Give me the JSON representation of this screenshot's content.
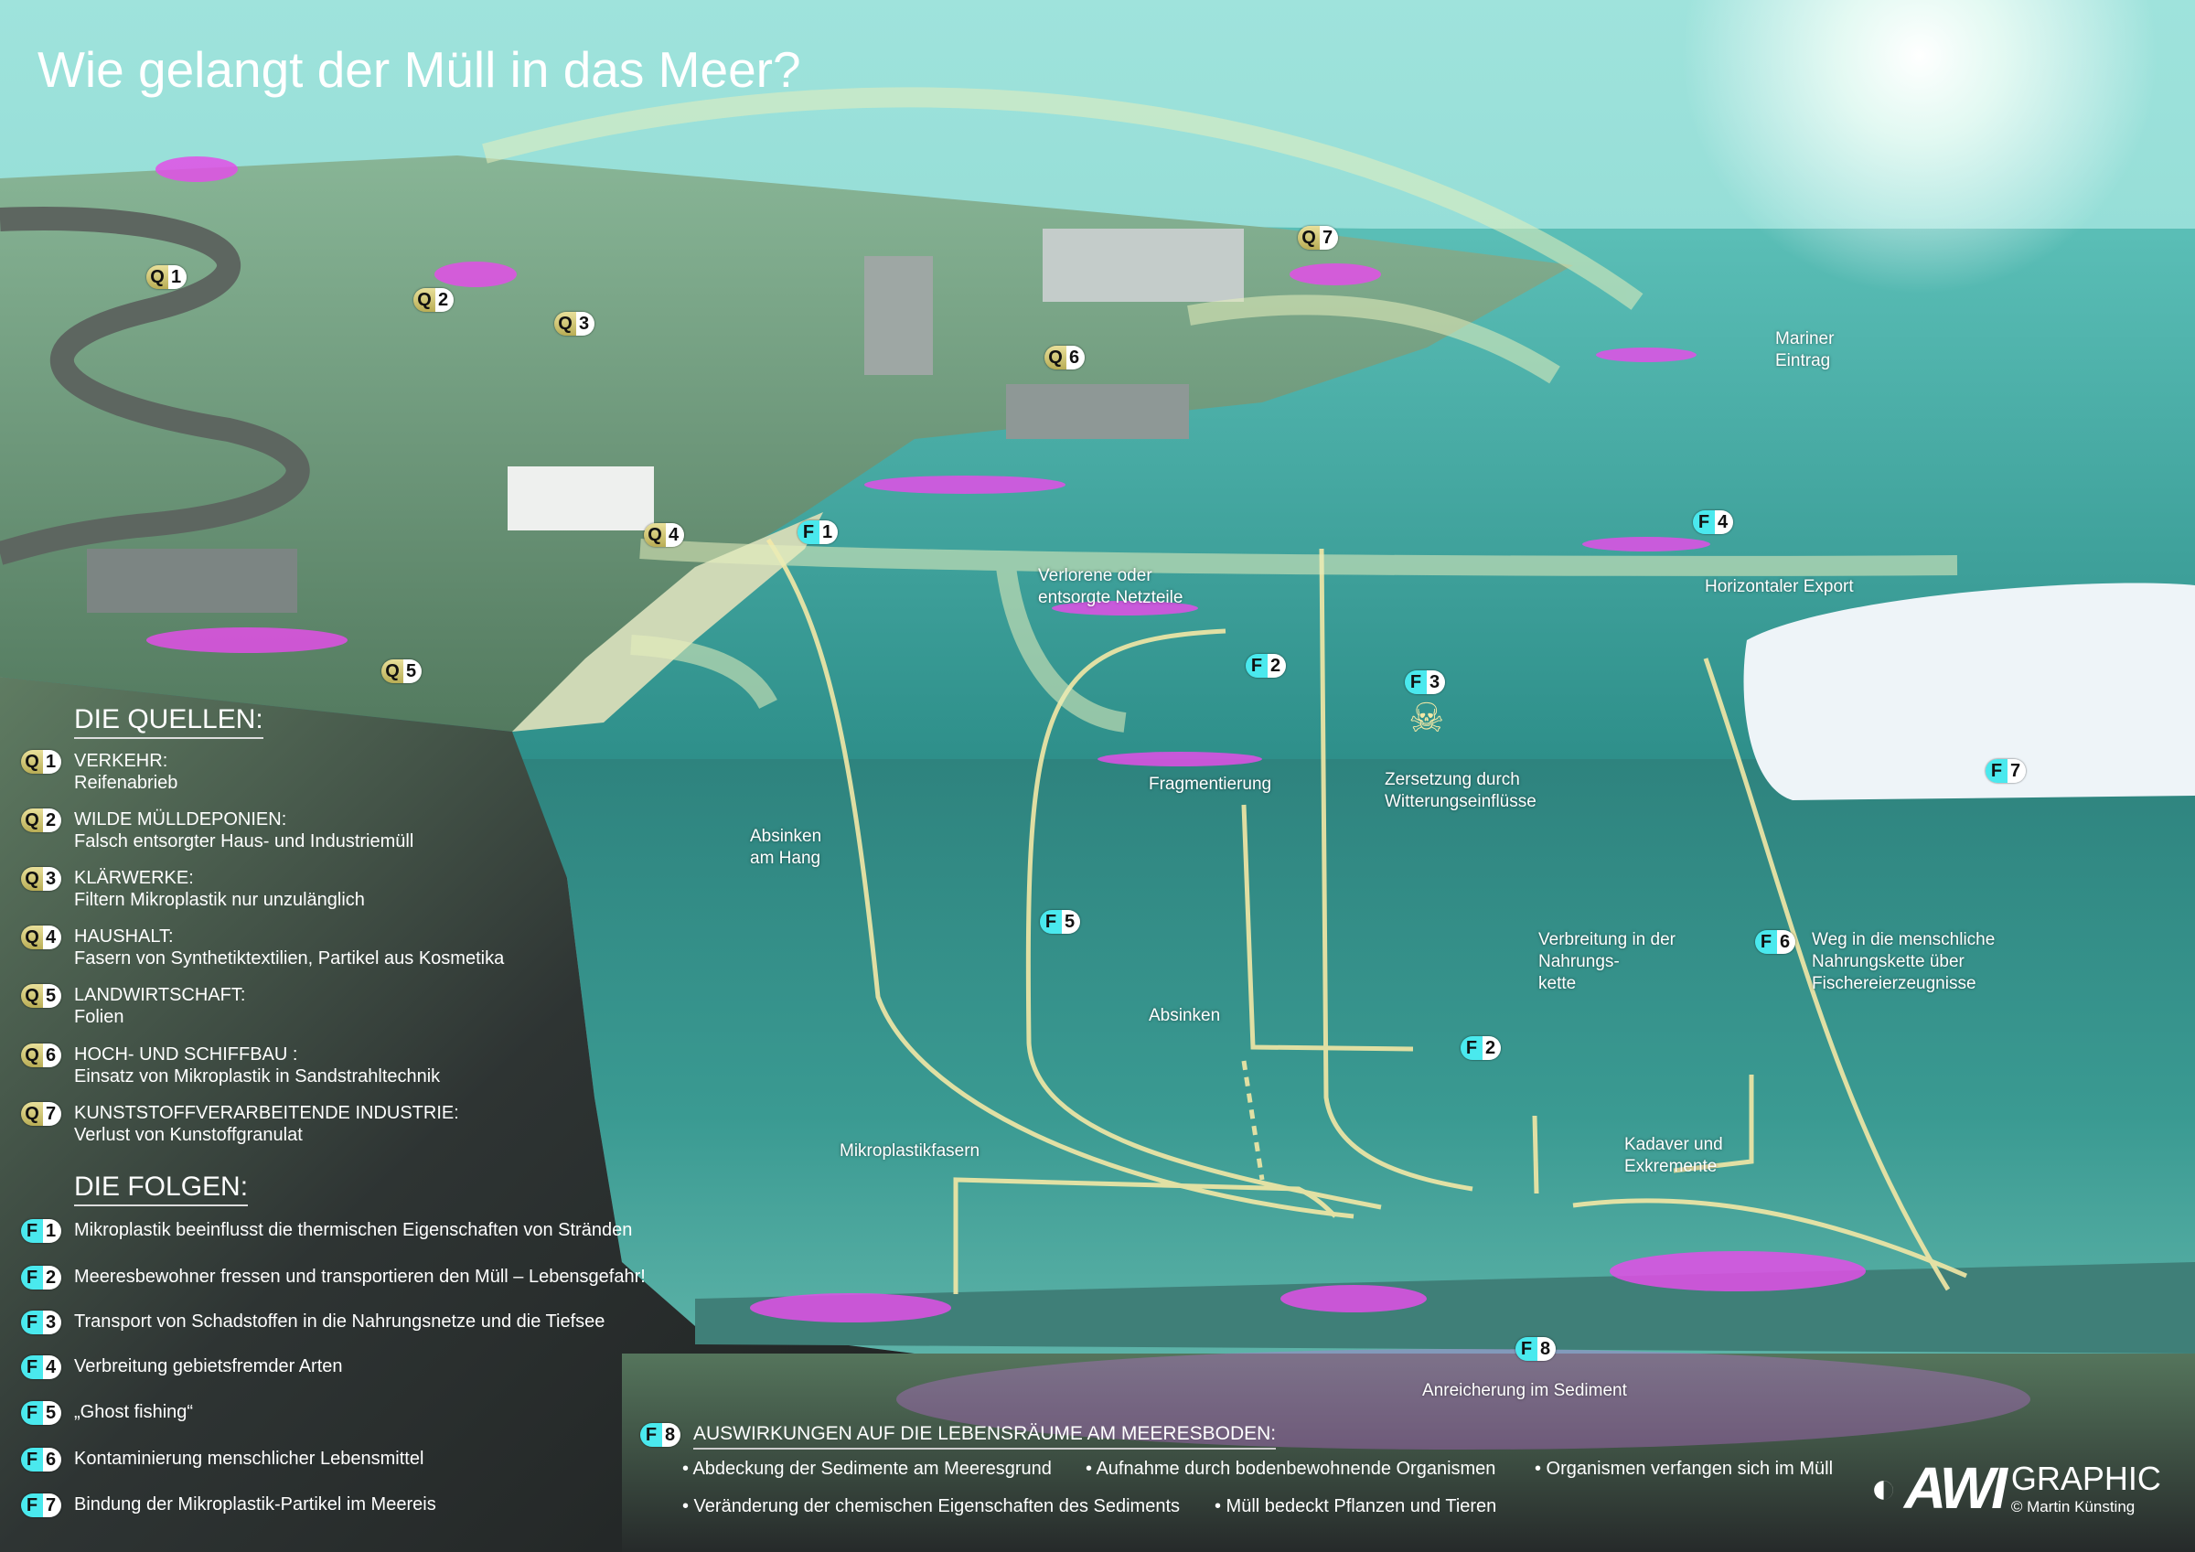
{
  "title": "Wie gelangt der Müll in das Meer?",
  "scene_badges": {
    "q1": {
      "letter": "Q",
      "num": "1"
    },
    "q2": {
      "letter": "Q",
      "num": "2"
    },
    "q3": {
      "letter": "Q",
      "num": "3"
    },
    "q4": {
      "letter": "Q",
      "num": "4"
    },
    "q5": {
      "letter": "Q",
      "num": "5"
    },
    "q6": {
      "letter": "Q",
      "num": "6"
    },
    "q7": {
      "letter": "Q",
      "num": "7"
    },
    "f1": {
      "letter": "F",
      "num": "1"
    },
    "f2": {
      "letter": "F",
      "num": "2"
    },
    "f2b": {
      "letter": "F",
      "num": "2"
    },
    "f3": {
      "letter": "F",
      "num": "3"
    },
    "f4": {
      "letter": "F",
      "num": "4"
    },
    "f5": {
      "letter": "F",
      "num": "5"
    },
    "f6": {
      "letter": "F",
      "num": "6"
    },
    "f7": {
      "letter": "F",
      "num": "7"
    },
    "f8": {
      "letter": "F",
      "num": "8"
    }
  },
  "scene_labels": {
    "mariner": "Mariner\nEintrag",
    "netzteile": "Verlorene oder\nentsorgte Netzteile",
    "export": "Horizontaler Export",
    "fragmentierung": "Fragmentierung",
    "zersetzung": "Zersetzung durch\nWitterungseinflüsse",
    "hang": "Absinken\nam Hang",
    "absinken": "Absinken",
    "nahrungskette": "Verbreitung in der\nNahrungs-\nkette",
    "menschlich": "Weg in die menschliche\nNahrungskette über\nFischereierzeugnisse",
    "kadaver": "Kadaver und\nExkremente",
    "fasern": "Mikroplastikfasern",
    "sediment": "Anreicherung im Sediment"
  },
  "quellen": {
    "heading": "DIE QUELLEN:",
    "items": [
      {
        "letter": "Q",
        "num": "1",
        "title": "VERKEHR:",
        "desc": "Reifenabrieb"
      },
      {
        "letter": "Q",
        "num": "2",
        "title": "WILDE MÜLLDEPONIEN:",
        "desc": "Falsch entsorgter Haus- und Industriemüll"
      },
      {
        "letter": "Q",
        "num": "3",
        "title": "KLÄRWERKE:",
        "desc": "Filtern Mikroplastik nur unzulänglich"
      },
      {
        "letter": "Q",
        "num": "4",
        "title": "HAUSHALT:",
        "desc": "Fasern von Synthetiktextilien, Partikel aus Kosmetika"
      },
      {
        "letter": "Q",
        "num": "5",
        "title": "LANDWIRTSCHAFT:",
        "desc": "Folien"
      },
      {
        "letter": "Q",
        "num": "6",
        "title": "HOCH- UND SCHIFFBAU :",
        "desc": "Einsatz von Mikroplastik in Sandstrahltechnik"
      },
      {
        "letter": "Q",
        "num": "7",
        "title": "KUNSTSTOFFVERARBEITENDE INDUSTRIE:",
        "desc": "Verlust von Kunstoffgranulat"
      }
    ]
  },
  "folgen": {
    "heading": "DIE FOLGEN:",
    "items": [
      {
        "letter": "F",
        "num": "1",
        "text": "Mikroplastik beeinflusst die thermischen Eigenschaften von Stränden"
      },
      {
        "letter": "F",
        "num": "2",
        "text": "Meeresbewohner fressen und transportieren den Müll – Lebensgefahr!"
      },
      {
        "letter": "F",
        "num": "3",
        "text": "Transport von Schadstoffen in die Nahrungsnetze und die Tiefsee"
      },
      {
        "letter": "F",
        "num": "4",
        "text": "Verbreitung gebietsfremder Arten"
      },
      {
        "letter": "F",
        "num": "5",
        "text": "„Ghost fishing“"
      },
      {
        "letter": "F",
        "num": "6",
        "text": "Kontaminierung menschlicher Lebensmittel"
      },
      {
        "letter": "F",
        "num": "7",
        "text": "Bindung der Mikroplastik-Partikel im Meereis"
      }
    ]
  },
  "f8": {
    "letter": "F",
    "num": "8",
    "heading": "AUSWIRKUNGEN AUF DIE LEBENSRÄUME AM MEERESBODEN:",
    "bullets": [
      "• Abdeckung der Sedimente am Meeresgrund",
      "• Aufnahme durch bodenbewohnende Organismen",
      "• Organismen verfangen sich im Müll",
      "• Veränderung der chemischen Eigenschaften des Sediments",
      "• Müll bedeckt Pflanzen und Tieren"
    ]
  },
  "logo": {
    "mark": "AWI",
    "word": "GRAPHIC",
    "credit": "© Martin Künsting"
  },
  "colors": {
    "arrow": "#f3e8a6",
    "plastic": "#e24fe6",
    "q_badge": "#d6cc78",
    "f_badge": "#4ae9ee"
  }
}
